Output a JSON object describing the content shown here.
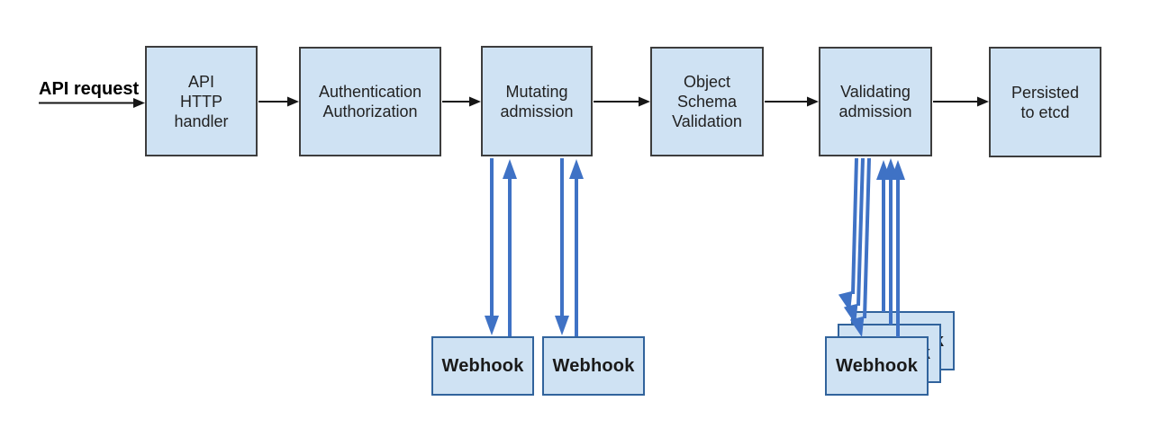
{
  "diagram": {
    "input_label": "API request",
    "flow_nodes": [
      {
        "id": "api-http-handler",
        "label": "API\nHTTP\nhandler"
      },
      {
        "id": "authentication-authorization",
        "label": "Authentication\nAuthorization"
      },
      {
        "id": "mutating-admission",
        "label": "Mutating\nadmission"
      },
      {
        "id": "object-schema-validation",
        "label": "Object\nSchema\nValidation"
      },
      {
        "id": "validating-admission",
        "label": "Validating\nadmission"
      },
      {
        "id": "persisted-to-etcd",
        "label": "Persisted\nto etcd"
      }
    ],
    "webhooks": {
      "mutating": {
        "labels": [
          "Webhook",
          "Webhook"
        ]
      },
      "validating": {
        "labels": [
          "Webhook",
          "Webhook",
          "Webhook"
        ]
      }
    }
  },
  "colors": {
    "box_fill": "#cfe2f3",
    "box_border": "#3d3d3d",
    "webhook_border": "#31639c",
    "arrow_black": "#161616",
    "arrow_blue": "#3f72c5",
    "text_color": "#222222",
    "canvas_bg": "#ffffff"
  }
}
